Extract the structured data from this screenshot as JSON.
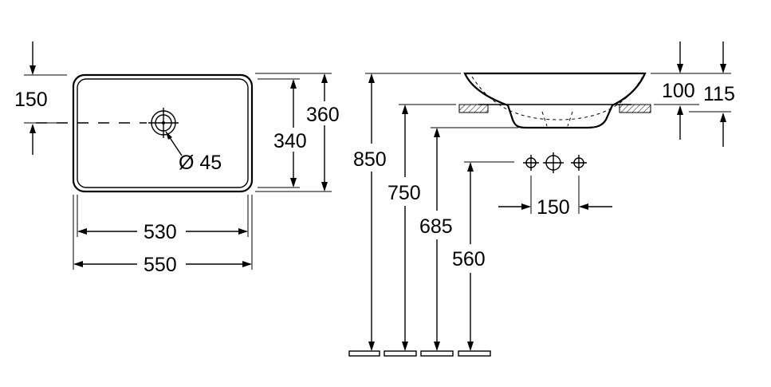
{
  "top_view": {
    "outer_width": "550",
    "inner_width": "530",
    "outer_height": "360",
    "inner_height": "340",
    "tap_offset": "150",
    "tap_hole": "Ø 45"
  },
  "side_view": {
    "floor_to_rim": "850",
    "floor_to_worktop": "750",
    "floor_to_waste": "685",
    "floor_to_taps": "560",
    "bowl_depth": "100",
    "bowl_height": "115",
    "tap_spacing": "150"
  }
}
